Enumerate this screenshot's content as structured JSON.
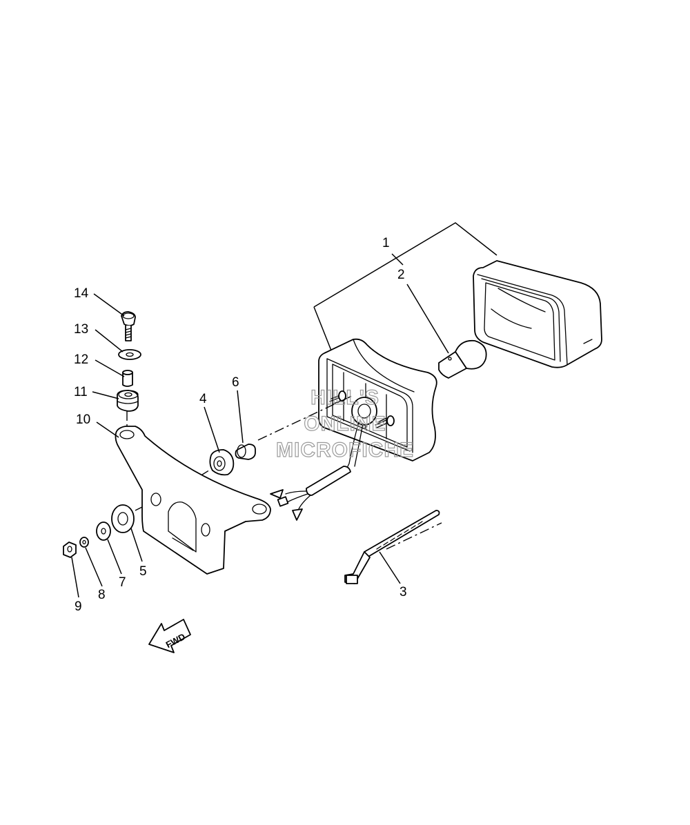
{
  "callouts": [
    {
      "id": "1",
      "label": "1"
    },
    {
      "id": "2",
      "label": "2"
    },
    {
      "id": "3",
      "label": "3"
    },
    {
      "id": "4",
      "label": "4"
    },
    {
      "id": "5",
      "label": "5"
    },
    {
      "id": "6",
      "label": "6"
    },
    {
      "id": "7",
      "label": "7"
    },
    {
      "id": "8",
      "label": "8"
    },
    {
      "id": "9",
      "label": "9"
    },
    {
      "id": "10",
      "label": "10"
    },
    {
      "id": "11",
      "label": "11"
    },
    {
      "id": "12",
      "label": "12"
    },
    {
      "id": "13",
      "label": "13"
    },
    {
      "id": "14",
      "label": "14"
    }
  ],
  "watermark": {
    "line1": "HILL'S",
    "line2": "ONLINE",
    "line3": "MICROFICHE"
  },
  "fwd_arrow": {
    "label": "FWD"
  }
}
